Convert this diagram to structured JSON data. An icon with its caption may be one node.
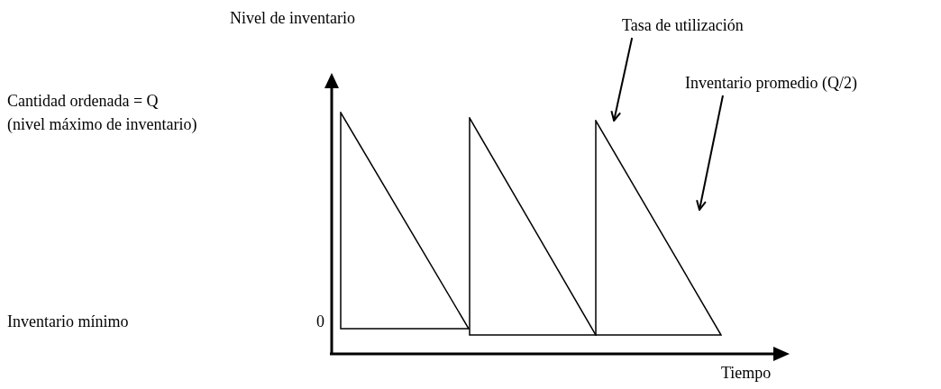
{
  "diagram": {
    "nodes": [
      {
        "text": [
          "Tasa de utilización"
        ]
      },
      {
        "text": [
          "Inventario promedio (Q/2)"
        ]
      },
      {
        "text": [],
        "shape": "triangle"
      },
      {
        "text": [],
        "shape": "triangle"
      },
      {
        "text": [],
        "shape": "triangle"
      }
    ],
    "edges": [
      {
        "from": 0,
        "to": 4,
        "arrow": "to"
      },
      {
        "from": 1,
        "to": null,
        "arrow": "to"
      }
    ],
    "labels": [
      "Nivel de inventario",
      "Cantidad ordenada = Q",
      "(nivel máximo de inventario)",
      "Inventario mínimo",
      "0",
      "Tiempo"
    ]
  }
}
